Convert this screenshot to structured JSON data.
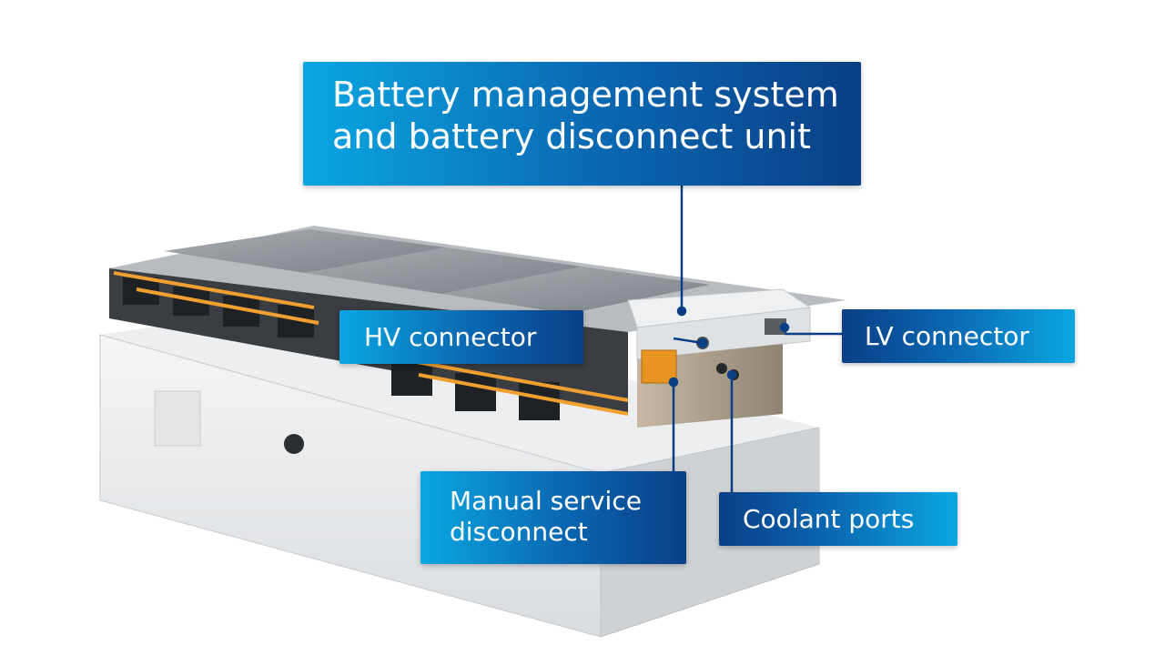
{
  "callouts": {
    "bms": {
      "line1": "Battery management system",
      "line2": "and battery disconnect unit"
    },
    "hv": {
      "label": "HV connector"
    },
    "lv": {
      "label": "LV connector"
    },
    "msd": {
      "line1": "Manual service",
      "line2": "disconnect"
    },
    "coolant": {
      "label": "Coolant ports"
    }
  },
  "colors": {
    "accent_light": "#0aa6e2",
    "accent_dark": "#0a3f86",
    "leader_line": "#0a3f86",
    "harness_orange": "#f0a030"
  }
}
